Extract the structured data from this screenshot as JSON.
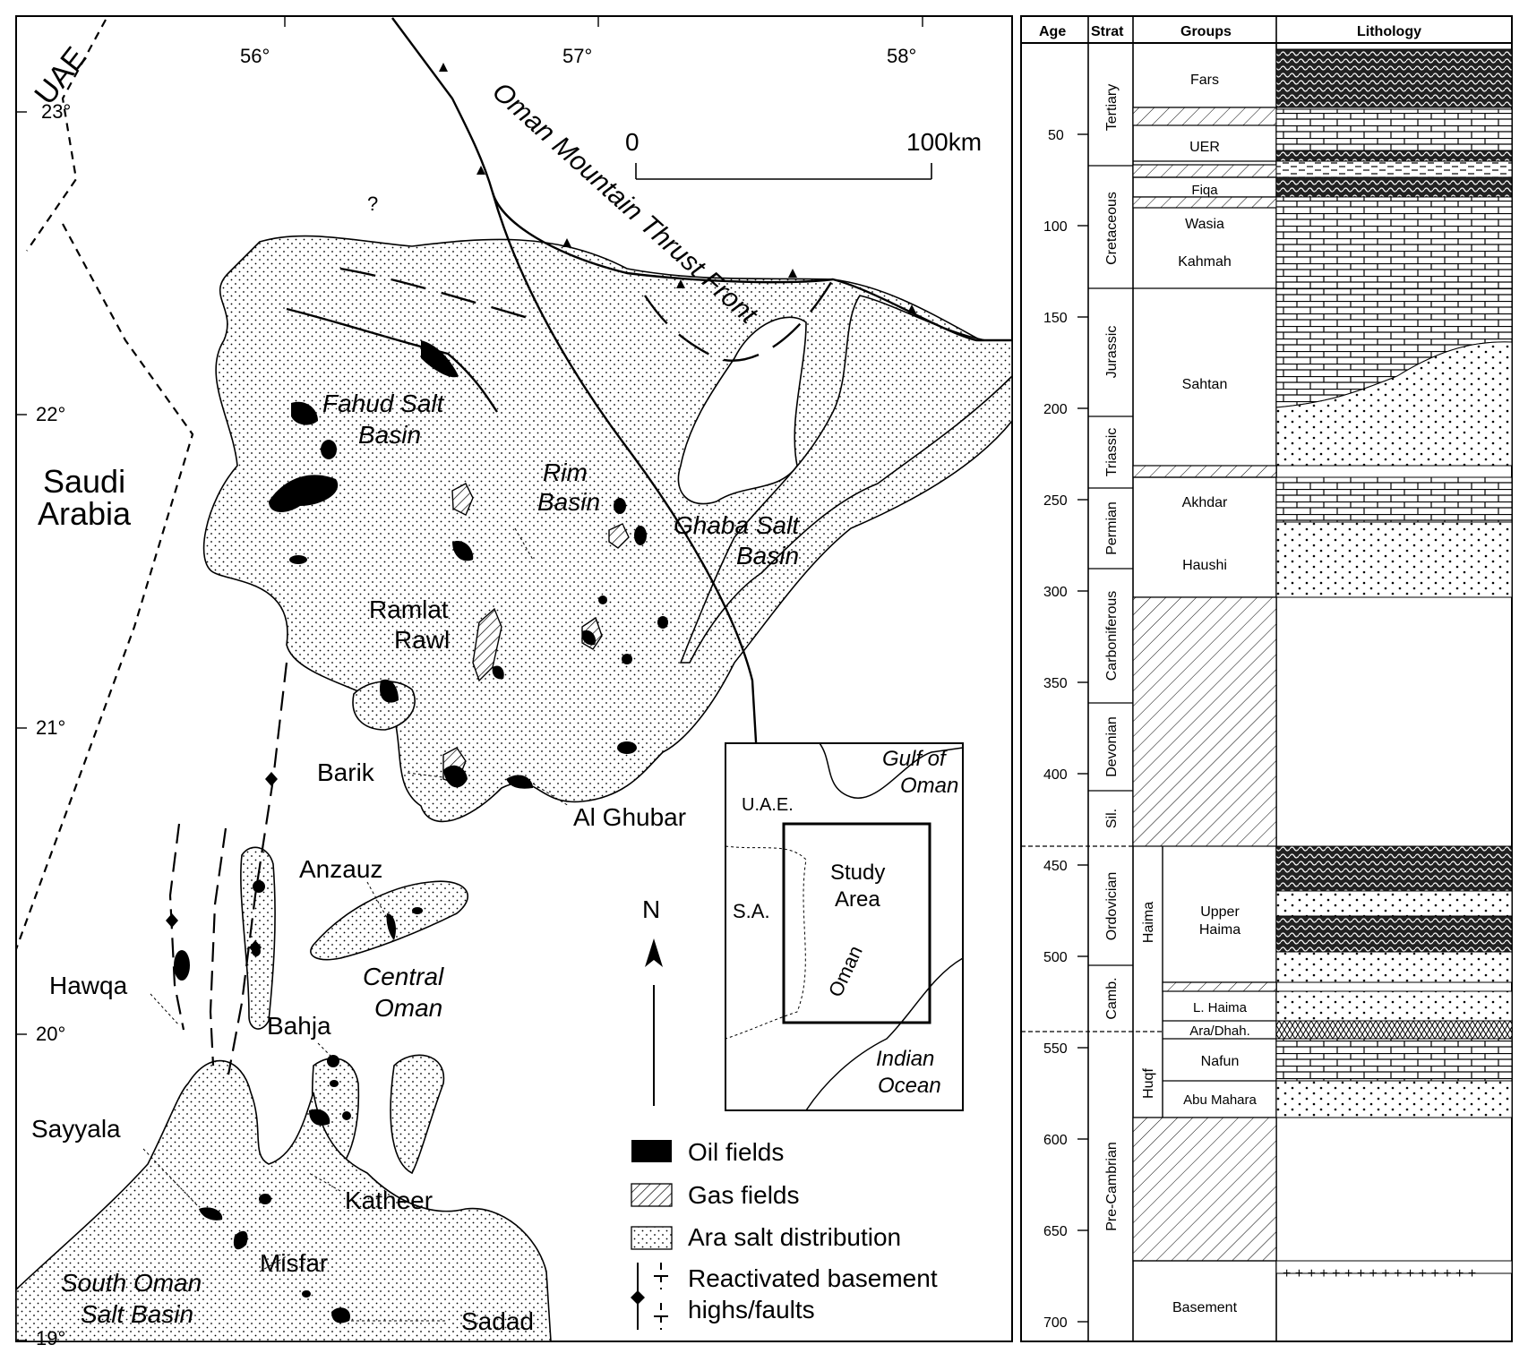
{
  "map": {
    "country_labels": {
      "uae": "UAE",
      "saudi_line1": "Saudi",
      "saudi_line2": "Arabia"
    },
    "longitudes": [
      "56°",
      "57°",
      "58°"
    ],
    "latitudes": [
      "23°",
      "22°",
      "21°",
      "20°",
      "19°"
    ],
    "thrust_front_label": "Oman Mountain Thrust Front",
    "question_mark": "?",
    "scale": {
      "start": "0",
      "end": "100km"
    },
    "north": "N",
    "basins": {
      "fahud_1": "Fahud Salt",
      "fahud_2": "Basin",
      "rim_1": "Rim",
      "rim_2": "Basin",
      "ghaba_1": "Ghaba Salt",
      "ghaba_2": "Basin",
      "central_1": "Central",
      "central_2": "Oman",
      "south_1": "South Oman",
      "south_2": "Salt Basin"
    },
    "fields": {
      "ramlat_1": "Ramlat",
      "ramlat_2": "Rawl",
      "barik": "Barik",
      "al_ghubar": "Al Ghubar",
      "anzauz": "Anzauz",
      "hawqa": "Hawqa",
      "bahja": "Bahja",
      "sayyala": "Sayyala",
      "katheer": "Katheer",
      "misfar": "Misfar",
      "sadad": "Sadad"
    },
    "inset": {
      "gulf_1": "Gulf of",
      "gulf_2": "Oman",
      "uae": "U.A.E.",
      "sa": "S.A.",
      "study_1": "Study",
      "study_2": "Area",
      "oman": "Oman",
      "indian_1": "Indian",
      "indian_2": "Ocean"
    },
    "legend": {
      "oil": "Oil fields",
      "gas": "Gas fields",
      "salt": "Ara salt distribution",
      "basement_1": "Reactivated basement",
      "basement_2": "highs/faults"
    }
  },
  "strat_column": {
    "headers": {
      "age": "Age",
      "strat": "Strat",
      "groups": "Groups",
      "lithology": "Lithology"
    },
    "age_ticks": [
      "50",
      "100",
      "150",
      "200",
      "250",
      "300",
      "350",
      "400",
      "450",
      "500",
      "550",
      "600",
      "650",
      "700"
    ],
    "periods": [
      "Tertiary",
      "Cretaceous",
      "Jurassic",
      "Triassic",
      "Permian",
      "Carboniferous",
      "Devonian",
      "Sil.",
      "Ordovician",
      "Camb.",
      "Pre-Cambrian"
    ],
    "supergroups": [
      "Haima",
      "Huqf"
    ],
    "groups": [
      "Fars",
      "UER",
      "Fiqa",
      "Wasia",
      "Kahmah",
      "Sahtan",
      "Akhdar",
      "Haushi",
      "Upper",
      "Haima",
      "L. Haima",
      "Ara/Dhah.",
      "Nafun",
      "Abu Mahara",
      "Basement"
    ]
  }
}
